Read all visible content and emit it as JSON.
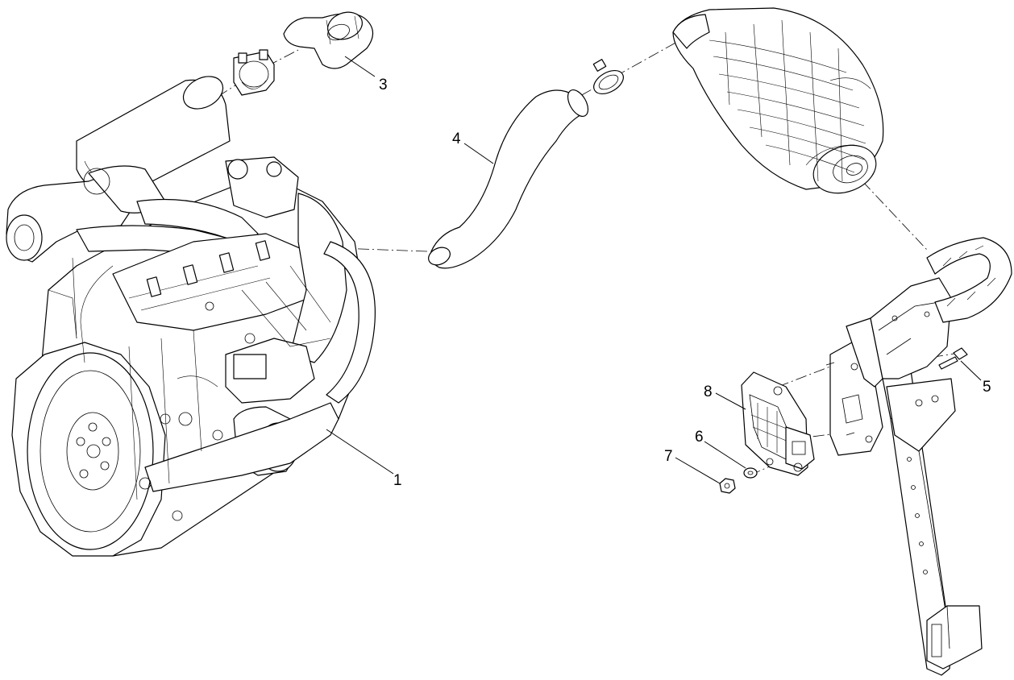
{
  "callouts": [
    {
      "id": "1",
      "label": "1"
    },
    {
      "id": "3",
      "label": "3"
    },
    {
      "id": "4",
      "label": "4"
    },
    {
      "id": "5",
      "label": "5"
    },
    {
      "id": "6",
      "label": "6"
    },
    {
      "id": "7",
      "label": "7"
    },
    {
      "id": "8",
      "label": "8"
    }
  ],
  "colors": {
    "line": "#000000",
    "background": "#ffffff"
  }
}
